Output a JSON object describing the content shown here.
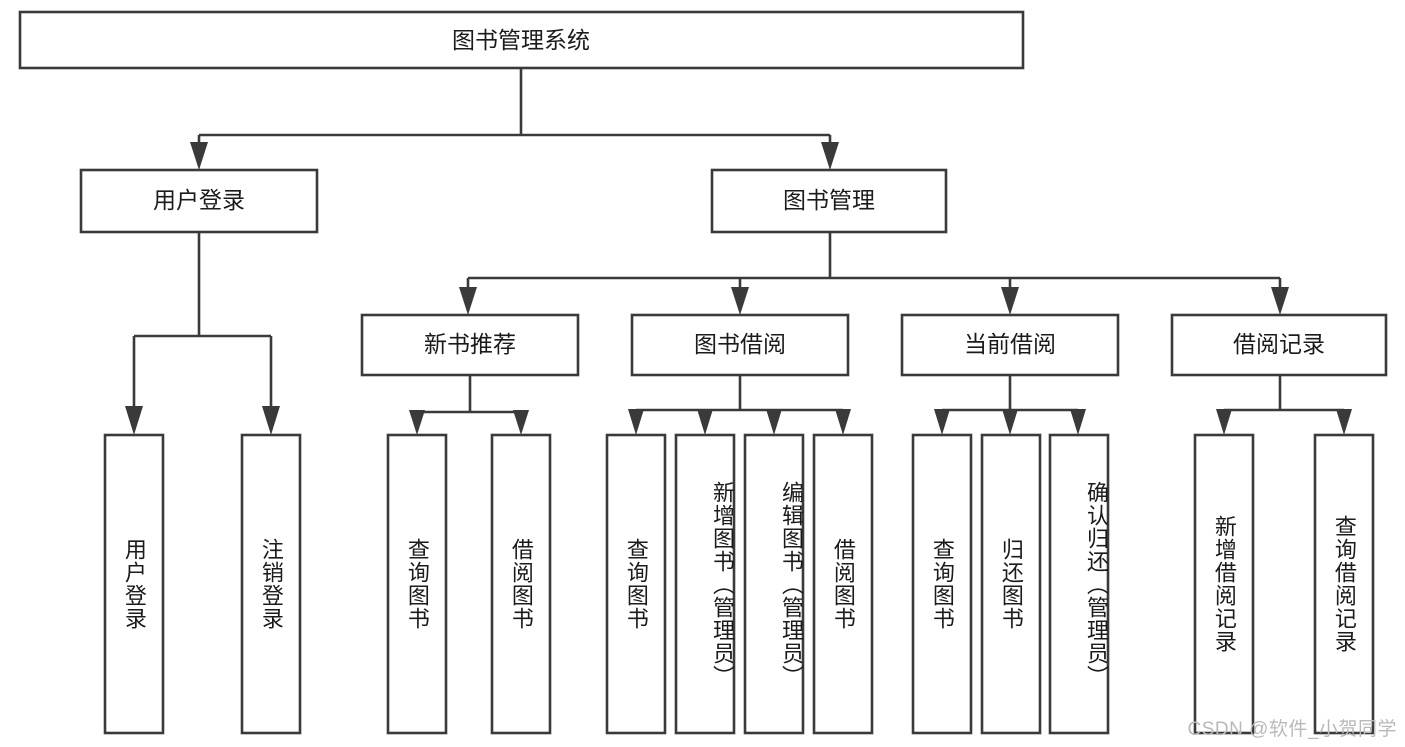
{
  "diagram": {
    "title": "图书管理系统",
    "type": "tree-hierarchy",
    "orientation": "top-down",
    "colors": {
      "stroke": "#3a3a3a",
      "fill": "#ffffff",
      "text": "#1b1b1b",
      "watermark": "#b9b9b9",
      "background": "#ffffff"
    },
    "levels": {
      "root": {
        "label": "图书管理系统"
      },
      "level2": [
        {
          "id": "user-login",
          "label": "用户登录"
        },
        {
          "id": "book-management",
          "label": "图书管理"
        }
      ],
      "level3": [
        {
          "id": "new-book-recommend",
          "label": "新书推荐",
          "parent": "book-management"
        },
        {
          "id": "book-borrow",
          "label": "图书借阅",
          "parent": "book-management"
        },
        {
          "id": "current-borrow",
          "label": "当前借阅",
          "parent": "book-management"
        },
        {
          "id": "borrow-record",
          "label": "借阅记录",
          "parent": "book-management"
        }
      ],
      "leaves": [
        {
          "id": "leaf-user-login",
          "label": "用户登录",
          "parent": "user-login"
        },
        {
          "id": "leaf-logout",
          "label": "注销登录",
          "parent": "user-login"
        },
        {
          "id": "leaf-query-book-1",
          "label": "查询图书",
          "parent": "new-book-recommend"
        },
        {
          "id": "leaf-borrow-book-1",
          "label": "借阅图书",
          "parent": "new-book-recommend"
        },
        {
          "id": "leaf-query-book-2",
          "label": "查询图书",
          "parent": "book-borrow"
        },
        {
          "id": "leaf-add-book",
          "label": "新增图书（管理员）",
          "parent": "book-borrow"
        },
        {
          "id": "leaf-edit-book",
          "label": "编辑图书（管理员）",
          "parent": "book-borrow"
        },
        {
          "id": "leaf-borrow-book-2",
          "label": "借阅图书",
          "parent": "book-borrow"
        },
        {
          "id": "leaf-query-book-3",
          "label": "查询图书",
          "parent": "current-borrow"
        },
        {
          "id": "leaf-return-book",
          "label": "归还图书",
          "parent": "current-borrow"
        },
        {
          "id": "leaf-confirm-return",
          "label": "确认归还（管理员）",
          "parent": "current-borrow"
        },
        {
          "id": "leaf-add-record",
          "label": "新增借阅记录",
          "parent": "borrow-record"
        },
        {
          "id": "leaf-query-record",
          "label": "查询借阅记录",
          "parent": "borrow-record"
        }
      ]
    },
    "watermark": "CSDN @软件_小贺同学"
  }
}
